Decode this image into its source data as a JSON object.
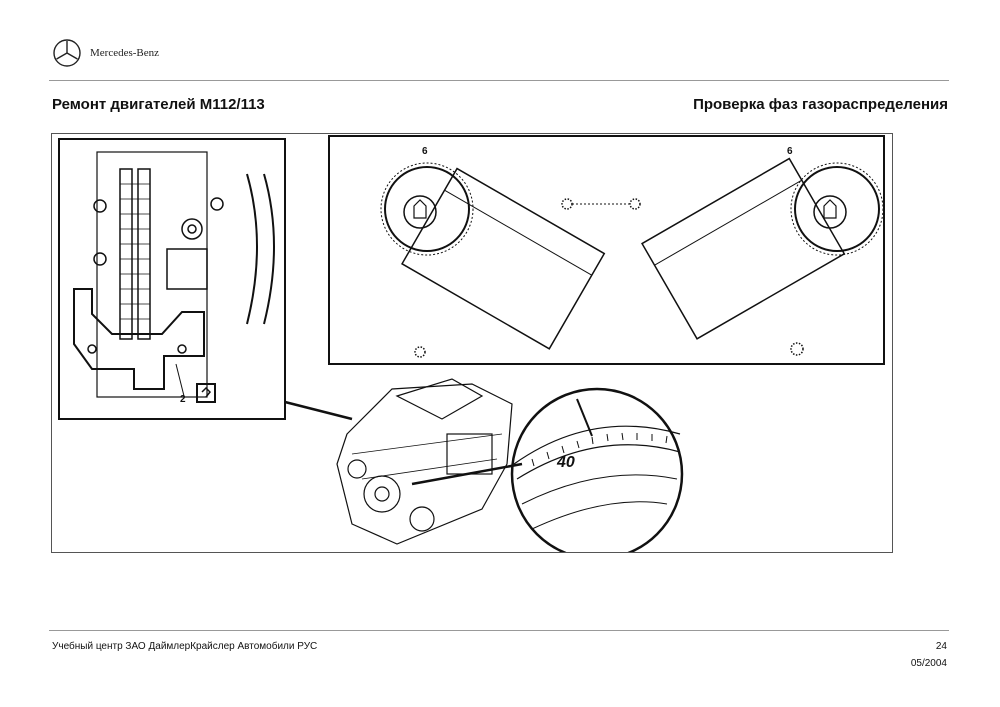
{
  "header": {
    "brand": "Mercedes-Benz",
    "title_left": "Ремонт двигателей М112/113",
    "title_right": "Проверка фаз газораспределения"
  },
  "figure": {
    "callout_left_cam": "6",
    "callout_right_cam": "6",
    "callout_tool": "2",
    "dial_mark": "40"
  },
  "footer": {
    "organization": "Учебный центр ЗАО ДаймлерКрайслер Автомобили РУС",
    "page_number": "24",
    "date": "05/2004"
  }
}
